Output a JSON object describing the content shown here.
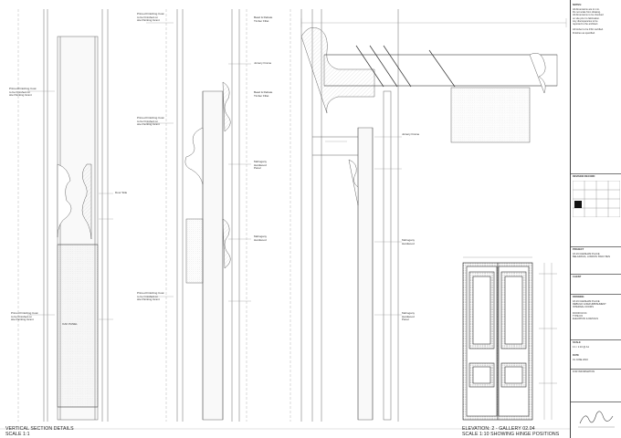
{
  "titles": {
    "left": "VERTICAL SECTION DETAILS",
    "left_scale": "SCALE 1:1",
    "right": "ELEVATION: 2 - GALLERY 02.04",
    "right_scale": "SCALE 1:10 SHOWING HINGE POSITIONS"
  },
  "labels": {
    "oak_panel": "OAK PANEL",
    "note_a": "Primed Finishing Coat\nto be Finished on\nsite Painting Grant",
    "note_b": "Primed Finishing Coat\nto be Finished on\nsite Painting Grant",
    "note_c": "Primed Finishing Coat\nto be Finished on\nsite Painting Grant",
    "note_d": "Primed Finishing Coat\nto be Finished on\nsite Painting Grant",
    "note_e": "Primed Finishing Coat\nto be Finished on\nsite Painting Grant",
    "mid_a": "Bead & Rebate\nTimber Fillet",
    "mid_b": "Joinery Frame",
    "mid_c": "Bead & Rebate\nTimber Fillet",
    "mid_d": "Mahogany\nHardwood\nPanel",
    "mid_e": "Mahogany\nHardwood",
    "door_stile": "Door Stile",
    "right_a": "Joinery Frame",
    "right_b": "Mahogany\nHardwood",
    "right_c": "Mahogany\nHardwood\nPanel"
  },
  "titleblock": {
    "notes_heading": "NOTES:",
    "notes": "All dimensions are in mm.\nDo not scale from drawing.\nAll dimensions to be checked\non site prior to fabrication.\nAny discrepancies to be\nreported to the architect.\n\nAll timber to be FSC certified.\nFinishes as specified.",
    "revisions_heading": "REVISION RECORD",
    "project_heading": "PROJECT",
    "project": "18-19 CHESHAM PLACE\nBELGRAVIA, LONDON SW1X 8HN",
    "client_heading": "CLIENT",
    "drawing_heading": "DRAWING",
    "drawing": "18-19 CHESHAM PLACE\nREBUILD & REFURBISHMENT\nINTERNAL DOORS",
    "drawing_sub": "DOOR D2.04\nTYPE D3\nELEVATION & DETAILS",
    "scale_label": "SCALE",
    "scale": "1:1 / 1:10 @ A1",
    "date_label": "DATE",
    "date": "01 JUNE 2016",
    "status": "FOR INFORMATION"
  }
}
